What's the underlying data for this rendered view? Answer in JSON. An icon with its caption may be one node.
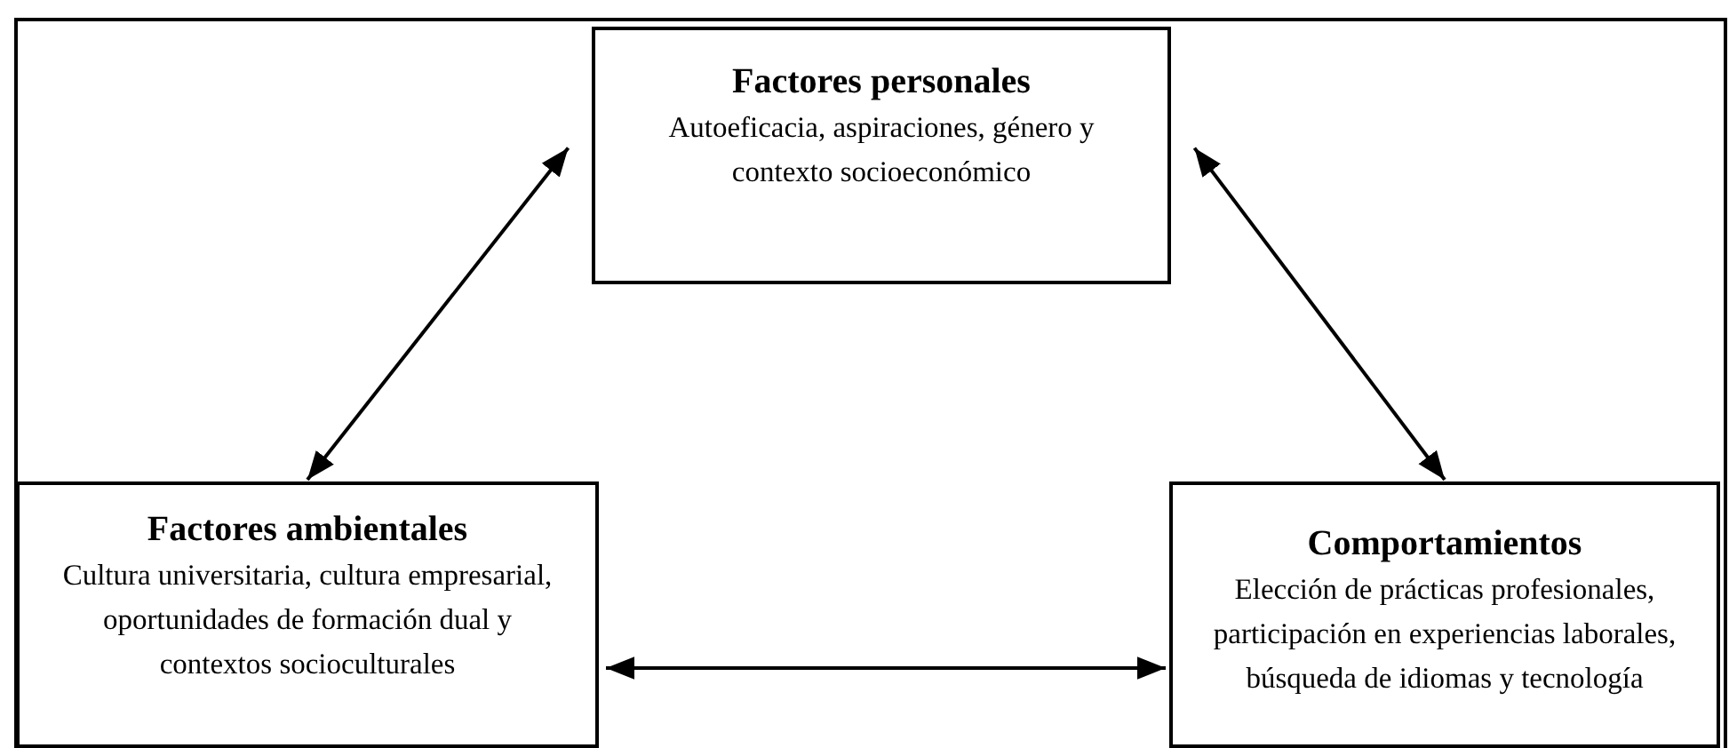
{
  "diagram": {
    "nodes": [
      {
        "text": [
          "Factores personales",
          "Autoeficacia, aspiraciones, género y contexto socioeconómico"
        ]
      },
      {
        "text": [
          "Factores ambientales",
          "Cultura universitaria, cultura empresarial, oportunidades de formación dual y contextos socioculturales"
        ]
      },
      {
        "text": [
          "Comportamientos",
          "Elección de prácticas profesionales, participación en experiencias laborales, búsqueda de idiomas y tecnología"
        ]
      }
    ],
    "edges": [
      {
        "from": 0,
        "to": 1,
        "arrow": "both"
      },
      {
        "from": 0,
        "to": 2,
        "arrow": "both"
      },
      {
        "from": 1,
        "to": 2,
        "arrow": "both"
      }
    ]
  }
}
